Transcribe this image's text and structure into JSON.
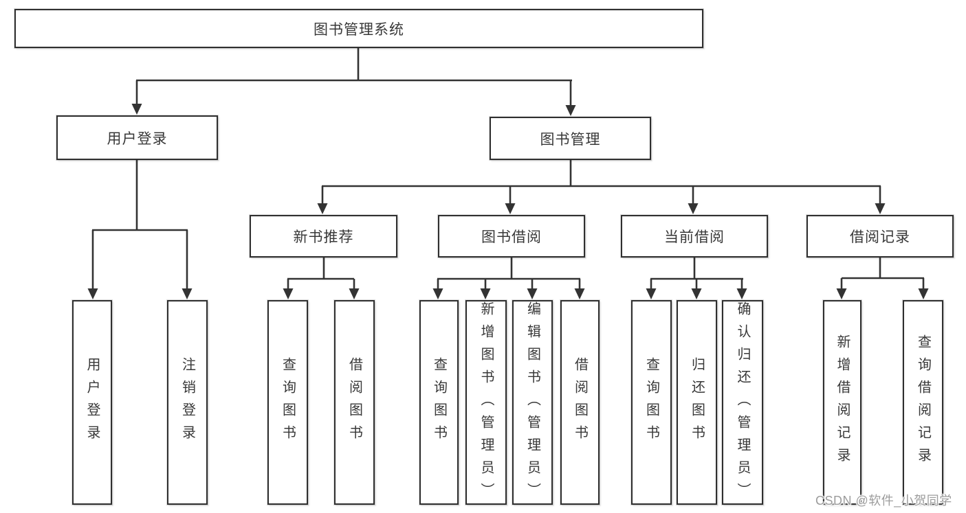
{
  "tree": {
    "root": {
      "label": "图书管理系统"
    },
    "branches": [
      {
        "label": "用户登录",
        "children": [
          {
            "label": "用户登录"
          },
          {
            "label": "注销登录"
          }
        ]
      },
      {
        "label": "图书管理",
        "children": [
          {
            "label": "新书推荐",
            "children": [
              {
                "label": "查询图书"
              },
              {
                "label": "借阅图书"
              }
            ]
          },
          {
            "label": "图书借阅",
            "children": [
              {
                "label": "查询图书"
              },
              {
                "label": "新增图书（管理员）"
              },
              {
                "label": "编辑图书（管理员）"
              },
              {
                "label": "借阅图书"
              }
            ]
          },
          {
            "label": "当前借阅",
            "children": [
              {
                "label": "查询图书"
              },
              {
                "label": "归还图书"
              },
              {
                "label": "确认归还（管理员）"
              }
            ]
          },
          {
            "label": "借阅记录",
            "children": [
              {
                "label": "新增借阅记录"
              },
              {
                "label": "查询借阅记录"
              }
            ]
          }
        ]
      }
    ]
  },
  "watermark": {
    "text": "CSDN @软件_小贺同学"
  },
  "colors": {
    "line": "#333333",
    "box_border": "#2f2f2f",
    "text": "#383838",
    "background": "#ffffff",
    "watermark": "#9c9c9c"
  }
}
